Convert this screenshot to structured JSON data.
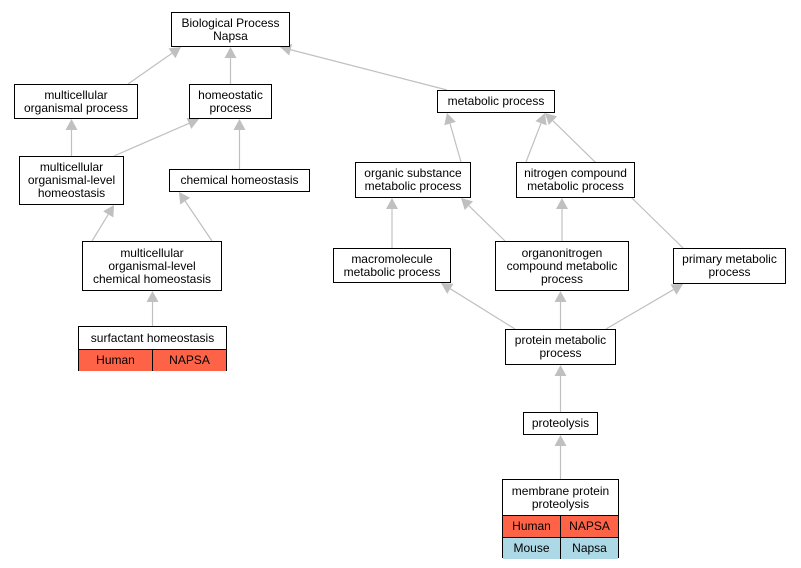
{
  "colors": {
    "edge": "#c0c0c0",
    "human": "#ff6347",
    "mouse": "#add8e6"
  },
  "nodes": {
    "biological_process": "Biological Process\nNapsa",
    "multicellular_organismal_process": "multicellular\norganismal process",
    "homeostatic_process": "homeostatic\nprocess",
    "metabolic_process": "metabolic process",
    "multicellular_organismal_level_homeostasis": "multicellular\norganismal-level\nhomeostasis",
    "chemical_homeostasis": "chemical homeostasis",
    "organic_substance_metabolic_process": "organic substance\nmetabolic process",
    "nitrogen_compound_metabolic_process": "nitrogen compound\nmetabolic process",
    "multicellular_organismal_level_chemical_homeostasis": "multicellular\norganismal-level\nchemical homeostasis",
    "macromolecule_metabolic_process": "macromolecule\nmetabolic process",
    "organonitrogen_compound_metabolic_process": "organonitrogen\ncompound metabolic\nprocess",
    "primary_metabolic_process": "primary metabolic\nprocess",
    "protein_metabolic_process": "protein metabolic\nprocess",
    "proteolysis": "proteolysis",
    "surfactant_homeostasis": {
      "title": "surfactant homeostasis",
      "rows": [
        [
          "Human",
          "NAPSA"
        ]
      ]
    },
    "membrane_protein_proteolysis": {
      "title": "membrane protein\nproteolysis",
      "rows": [
        [
          "Human",
          "NAPSA"
        ],
        [
          "Mouse",
          "Napsa"
        ]
      ]
    }
  },
  "edges": [
    [
      "multicellular_organismal_process",
      "biological_process"
    ],
    [
      "homeostatic_process",
      "biological_process"
    ],
    [
      "metabolic_process",
      "biological_process"
    ],
    [
      "multicellular_organismal_level_homeostasis",
      "multicellular_organismal_process"
    ],
    [
      "multicellular_organismal_level_homeostasis",
      "homeostatic_process"
    ],
    [
      "chemical_homeostasis",
      "homeostatic_process"
    ],
    [
      "organic_substance_metabolic_process",
      "metabolic_process"
    ],
    [
      "nitrogen_compound_metabolic_process",
      "metabolic_process"
    ],
    [
      "primary_metabolic_process",
      "metabolic_process"
    ],
    [
      "multicellular_organismal_level_chemical_homeostasis",
      "multicellular_organismal_level_homeostasis"
    ],
    [
      "multicellular_organismal_level_chemical_homeostasis",
      "chemical_homeostasis"
    ],
    [
      "macromolecule_metabolic_process",
      "organic_substance_metabolic_process"
    ],
    [
      "organonitrogen_compound_metabolic_process",
      "organic_substance_metabolic_process"
    ],
    [
      "organonitrogen_compound_metabolic_process",
      "nitrogen_compound_metabolic_process"
    ],
    [
      "protein_metabolic_process",
      "macromolecule_metabolic_process"
    ],
    [
      "protein_metabolic_process",
      "organonitrogen_compound_metabolic_process"
    ],
    [
      "protein_metabolic_process",
      "primary_metabolic_process"
    ],
    [
      "surfactant_homeostasis",
      "multicellular_organismal_level_chemical_homeostasis"
    ],
    [
      "proteolysis",
      "protein_metabolic_process"
    ],
    [
      "membrane_protein_proteolysis",
      "proteolysis"
    ]
  ]
}
